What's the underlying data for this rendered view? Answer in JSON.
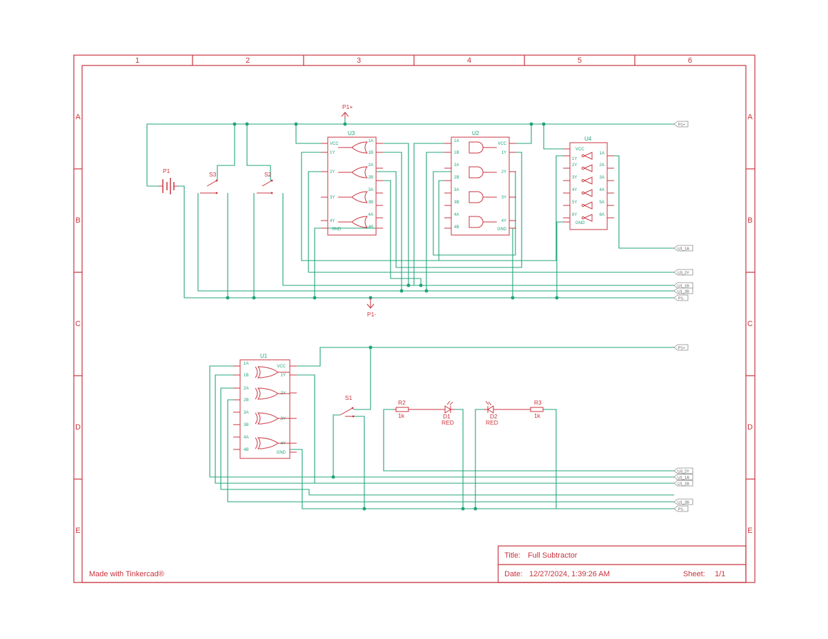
{
  "grid": {
    "columns": [
      "1",
      "2",
      "3",
      "4",
      "5",
      "6"
    ],
    "rows": [
      "A",
      "B",
      "C",
      "D",
      "E"
    ]
  },
  "title_block": {
    "title_label": "Title:",
    "title_value": "Full Subtractor",
    "date_label": "Date:",
    "date_value": "12/27/2024, 1:39:26 AM",
    "sheet_label": "Sheet:",
    "sheet_value": "1/1",
    "made_with": "Made with Tinkercad®"
  },
  "components": {
    "battery": "P1",
    "switches": [
      "S3",
      "S2",
      "S1"
    ],
    "power_plus": "P1+",
    "power_minus": "P1-",
    "U3": {
      "name": "U3",
      "left_pins": [
        "VCC",
        "1Y",
        "2Y",
        "3Y",
        "4Y",
        "GND"
      ],
      "right_pins": [
        "1A",
        "1B",
        "2A",
        "2B",
        "3A",
        "3B",
        "4A",
        "4B"
      ]
    },
    "U2": {
      "name": "U2",
      "left_pins": [
        "1A",
        "1B",
        "2A",
        "2B",
        "3A",
        "3B",
        "4A",
        "4B"
      ],
      "right_pins": [
        "VCC",
        "1Y",
        "2Y",
        "3Y",
        "4Y",
        "GND"
      ]
    },
    "U4": {
      "name": "U4",
      "left_pins": [
        "VCC",
        "1Y",
        "2Y",
        "3Y",
        "4Y",
        "5Y",
        "6Y",
        "GND"
      ],
      "right_pins": [
        "1A",
        "2A",
        "3A",
        "4A",
        "5A",
        "6A"
      ]
    },
    "U1": {
      "name": "U1",
      "left_pins": [
        "1A",
        "1B",
        "2A",
        "2B",
        "3A",
        "3B",
        "4A",
        "4B"
      ],
      "right_pins": [
        "VCC",
        "1Y",
        "2Y",
        "3Y",
        "4Y",
        "GND"
      ]
    },
    "R2": {
      "name": "R2",
      "value": "1k"
    },
    "R3": {
      "name": "R3",
      "value": "1k"
    },
    "D1": {
      "name": "D1",
      "color": "RED"
    },
    "D2": {
      "name": "D2",
      "color": "RED"
    }
  },
  "net_ports": {
    "top": [
      "P1+",
      "U1_1A",
      "U3_2Y",
      "U1_1B",
      "U1_2B",
      "P1-"
    ],
    "bottom": [
      "P1+",
      "U3_2Y",
      "U1_1A",
      "U1_1B",
      "U1_2B",
      "P1-"
    ]
  },
  "colors": {
    "frame": "#c8323c",
    "wire": "#1fa37a",
    "port_border": "#888888"
  }
}
